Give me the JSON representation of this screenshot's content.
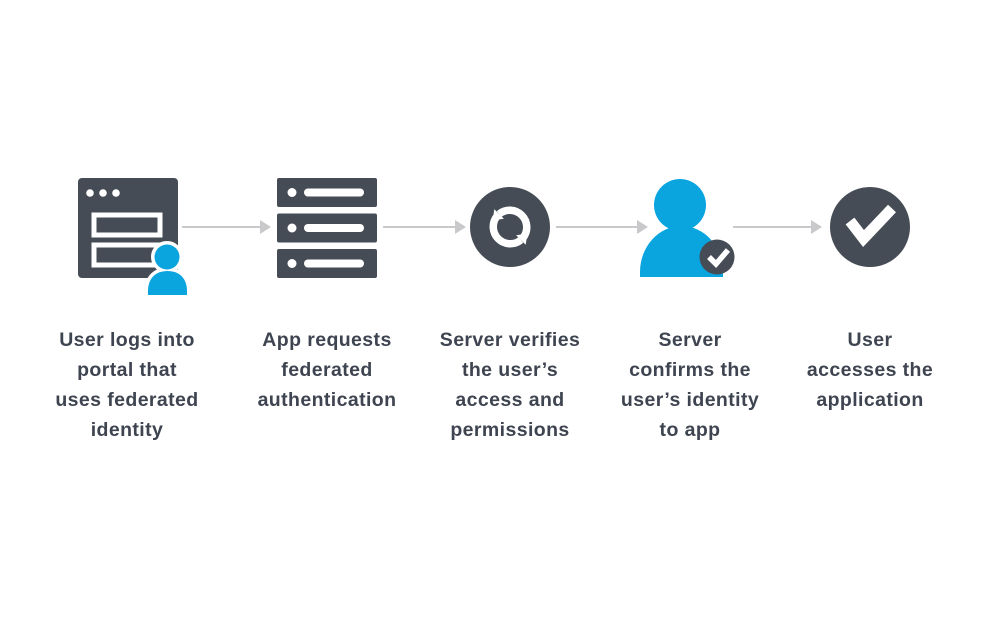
{
  "diagram": {
    "colors": {
      "dark": "#464C55",
      "blue": "#0AA5DF",
      "arrow": "#C9C9CB",
      "text": "#3E4450",
      "background": "#FFFFFF"
    },
    "steps": [
      {
        "id": "login-portal",
        "icon": "browser-user-icon",
        "caption": "User logs into\nportal that\nuses federated\nidentity"
      },
      {
        "id": "app-request",
        "icon": "server-stack-icon",
        "caption": "App requests\nfederated\nauthentication"
      },
      {
        "id": "server-verify",
        "icon": "sync-icon",
        "caption": "Server verifies\nthe user’s\naccess and\npermissions"
      },
      {
        "id": "server-confirm",
        "icon": "user-check-icon",
        "caption": "Server\nconfirms the\nuser’s identity\nto app"
      },
      {
        "id": "user-access",
        "icon": "check-circle-icon",
        "caption": "User\naccesses the\napplication"
      }
    ]
  }
}
